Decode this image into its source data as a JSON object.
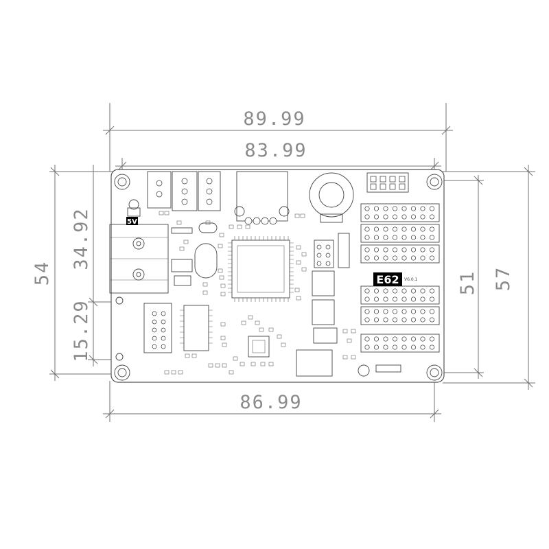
{
  "dimensions": {
    "top_outer_width": "89.99",
    "top_inner_width": "83.99",
    "bottom_width": "86.99",
    "left_height": "54",
    "left_upper": "34.92",
    "left_lower": "15.29",
    "right_inner_height": "51",
    "right_outer_height": "57"
  },
  "labels": {
    "model": "E62",
    "voltage": "5V",
    "version": "V6.0.1"
  }
}
